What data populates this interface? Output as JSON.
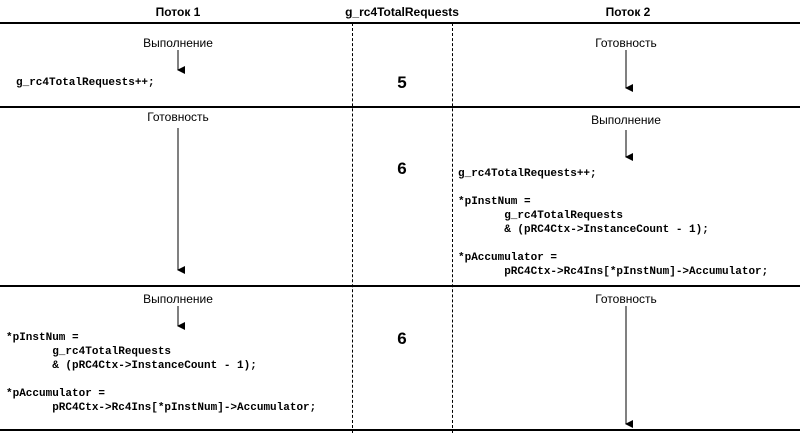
{
  "headers": {
    "thread1": "Поток 1",
    "variable": "g_rc4TotalRequests",
    "thread2": "Поток 2"
  },
  "rows": [
    {
      "thread1_state": "Выполнение",
      "thread1_code": "g_rc4TotalRequests++;",
      "value": "5",
      "thread2_state": "Готовность",
      "thread2_code": ""
    },
    {
      "thread1_state": "Готовность",
      "thread1_code": "",
      "value": "6",
      "thread2_state": "Выполнение",
      "thread2_code": "g_rc4TotalRequests++;\n\n*pInstNum =\n       g_rc4TotalRequests\n       & (pRC4Ctx->InstanceCount - 1);\n\n*pAccumulator =\n       pRC4Ctx->Rc4Ins[*pInstNum]->Accumulator;"
    },
    {
      "thread1_state": "Выполнение",
      "thread1_code": "*pInstNum =\n       g_rc4TotalRequests\n       & (pRC4Ctx->InstanceCount - 1);\n\n*pAccumulator =\n       pRC4Ctx->Rc4Ins[*pInstNum]->Accumulator;",
      "value": "6",
      "thread2_state": "Готовность",
      "thread2_code": ""
    }
  ]
}
